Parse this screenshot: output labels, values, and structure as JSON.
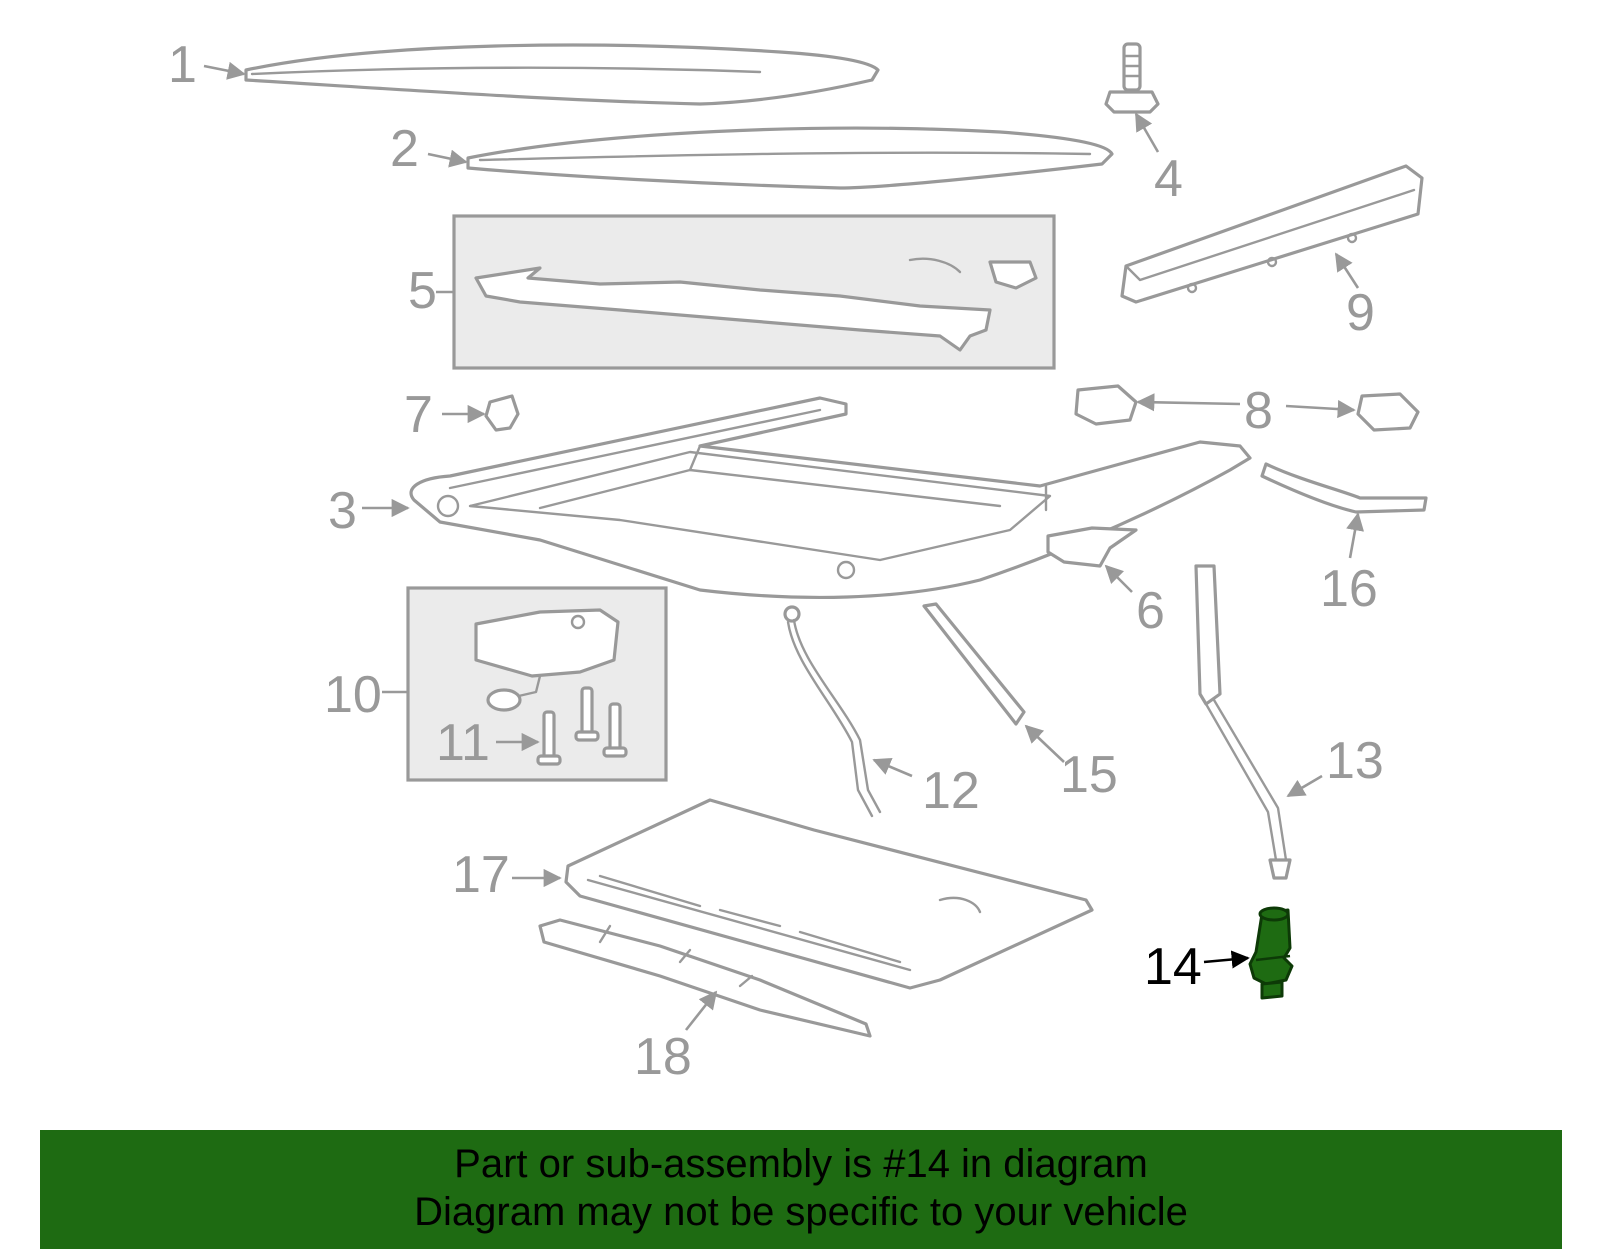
{
  "diagram": {
    "callouts": {
      "c1": "1",
      "c2": "2",
      "c3": "3",
      "c4": "4",
      "c5": "5",
      "c6": "6",
      "c7": "7",
      "c8": "8",
      "c9": "9",
      "c10": "10",
      "c11": "11",
      "c12": "12",
      "c13": "13",
      "c14": "14",
      "c15": "15",
      "c16": "16",
      "c17": "17",
      "c18": "18"
    },
    "highlighted_part": "14"
  },
  "footer": {
    "line1": "Part or sub-assembly is #14 in diagram",
    "line2": "Diagram may not be specific to your vehicle"
  },
  "colors": {
    "footer_bg": "#1e6b12",
    "highlight": "#1e6b12",
    "part_stroke": "#999999",
    "box_fill": "#ebebeb"
  }
}
